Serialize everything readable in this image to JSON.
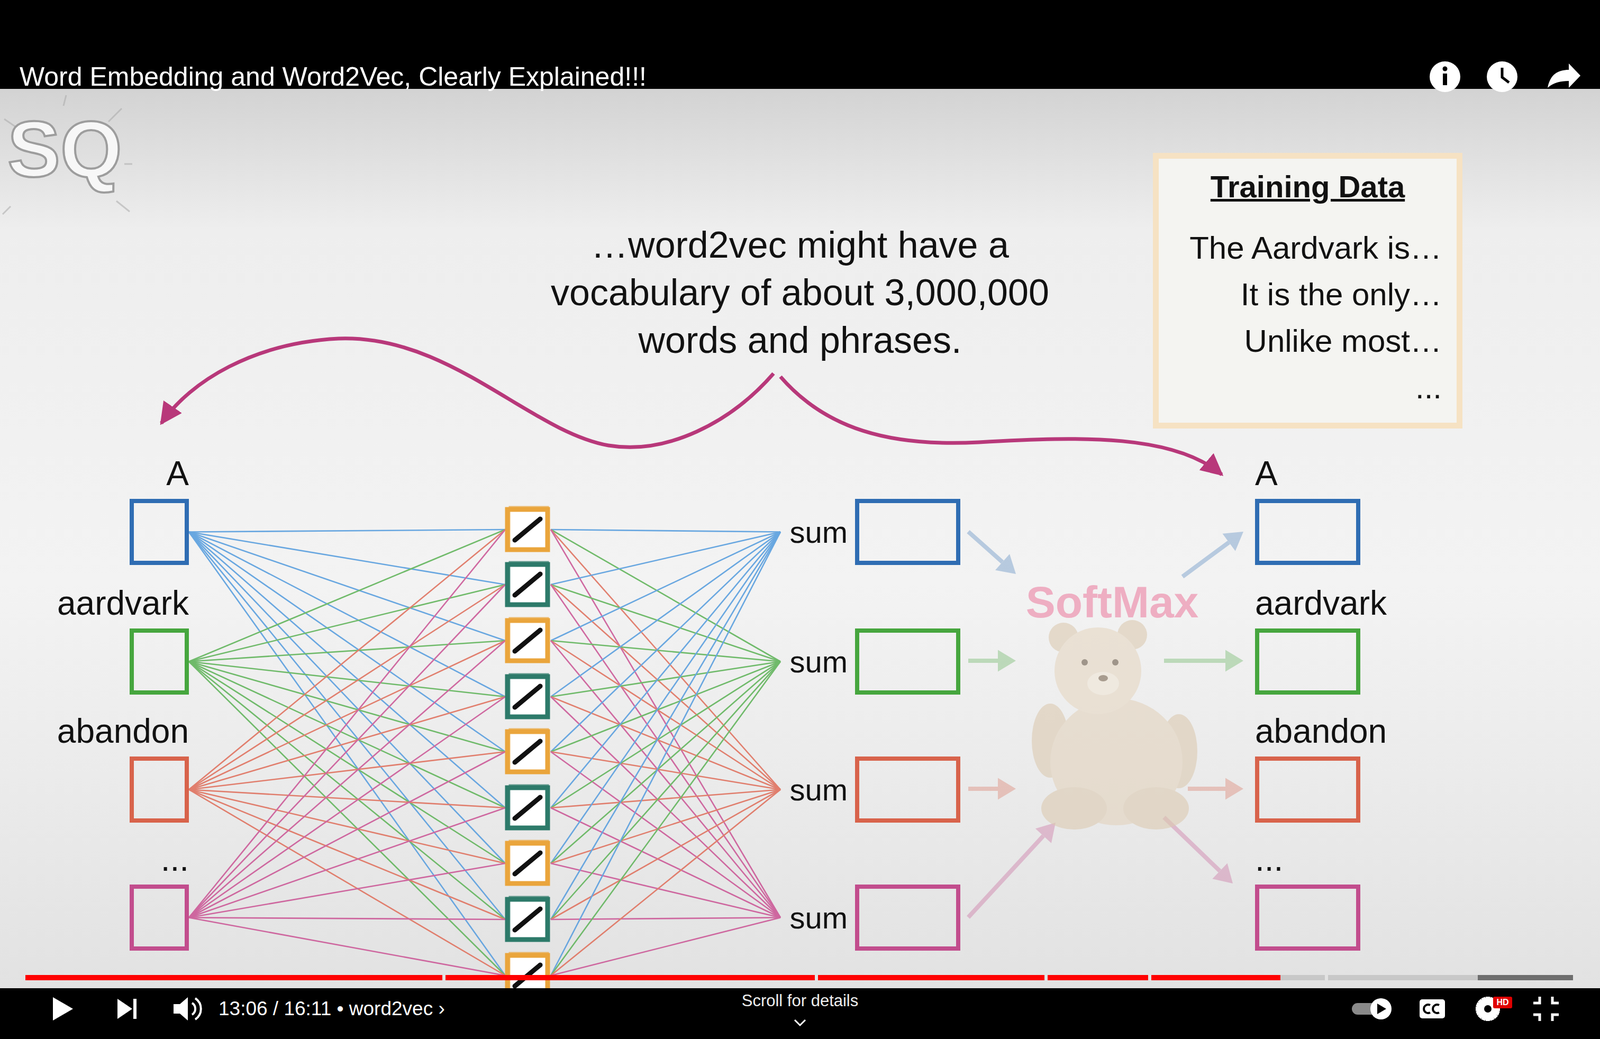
{
  "diagram": {
    "title": "Word Embedding and Word2Vec, Clearly Explained!!!",
    "nodes": [
      {
        "text": [
          "A"
        ]
      },
      {
        "text": [
          "aardvark"
        ]
      },
      {
        "text": [
          "abandon"
        ]
      },
      {
        "text": [
          "..."
        ]
      },
      {
        "text": [
          "sum"
        ]
      },
      {
        "text": [
          "sum"
        ]
      },
      {
        "text": [
          "sum"
        ]
      },
      {
        "text": [
          "sum"
        ]
      },
      {
        "text": [
          "A"
        ]
      },
      {
        "text": [
          "aardvark"
        ]
      },
      {
        "text": [
          "abandon"
        ]
      },
      {
        "text": [
          "..."
        ]
      },
      {
        "text": [
          "Training Data",
          "The Aardvark is…",
          "It is the only…",
          "Unlike most…",
          "..."
        ]
      }
    ],
    "labels": [
      "SQ",
      "…word2vec might have a vocabulary of about 3,000,000 words and phrases.",
      "SoftMax",
      "13:06 / 16:11 • word2vec ›",
      "Scroll for details",
      "HD"
    ]
  }
}
